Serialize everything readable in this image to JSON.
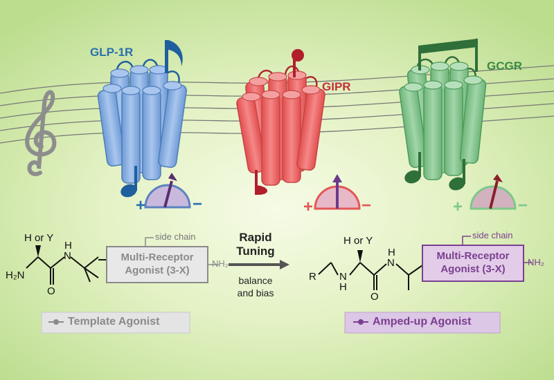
{
  "receptors": [
    {
      "label": "GLP-1R",
      "color": "#2a6fb0",
      "fill": "#8fb3e0"
    },
    {
      "label": "GIPR",
      "color": "#c0303a",
      "fill": "#ec6a6a"
    },
    {
      "label": "GCGR",
      "color": "#3a8a45",
      "fill": "#88c690"
    }
  ],
  "dials": {
    "plus": "+",
    "minus": "−"
  },
  "template": {
    "h_or_y": "H or Y",
    "h2n": "H₂N",
    "nh": "N",
    "nh_h": "H",
    "o": "O",
    "side_chain": "side chain",
    "box_line1": "Multi-Receptor",
    "box_line2": "Agonist (3-X)",
    "nh2": "NH₂",
    "pill": "Template Agonist"
  },
  "arrow": {
    "title_line1": "Rapid",
    "title_line2": "Tuning",
    "sub_line1": "balance",
    "sub_line2": "and bias"
  },
  "amped": {
    "h_or_y": "H or Y",
    "r": "R",
    "nh_left": "N",
    "nh_left_h": "H",
    "nh_right": "N",
    "nh_right_h": "H",
    "o": "O",
    "side_chain": "side chain",
    "box_line1": "Multi-Receptor",
    "box_line2": "Agonist (3-X)",
    "nh2": "NH₂",
    "pill": "Amped-up Agonist"
  },
  "colors": {
    "grey": "#8a8a8a",
    "purple": "#7a3f8f",
    "purple_fill": "#e2cce8",
    "grey_fill": "#e8e8e8"
  }
}
